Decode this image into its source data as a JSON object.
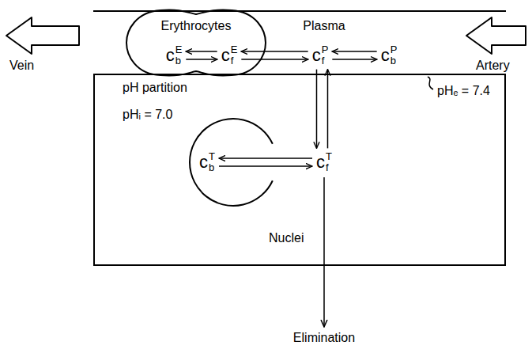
{
  "diagram": {
    "nodes": [
      {
        "text": [
          "Plasma"
        ]
      },
      {
        "text": [
          "Erythrocytes"
        ],
        "in": 0
      },
      {
        "text": [
          "c",
          "E",
          "b"
        ],
        "in": 1
      },
      {
        "text": [
          "c",
          "E",
          "f"
        ],
        "in": 1
      },
      {
        "text": [
          "c",
          "P",
          "f"
        ],
        "in": 0
      },
      {
        "text": [
          "c",
          "P",
          "b"
        ],
        "in": 0
      },
      {
        "text": [
          "Nuclei"
        ]
      },
      {
        "text": [
          "c",
          "T",
          "b"
        ],
        "in": 6
      },
      {
        "text": [
          "c",
          "T",
          "f"
        ],
        "in": 6
      }
    ],
    "edges": [
      {
        "from": 3,
        "to": 2,
        "arrow": "to"
      },
      {
        "from": 2,
        "to": 3,
        "arrow": "to"
      },
      {
        "from": 4,
        "to": 3,
        "arrow": "to"
      },
      {
        "from": 3,
        "to": 4,
        "arrow": "to"
      },
      {
        "from": 5,
        "to": 4,
        "arrow": "to"
      },
      {
        "from": 4,
        "to": 5,
        "arrow": "to"
      },
      {
        "from": 4,
        "to": 8,
        "arrow": "to"
      },
      {
        "from": 8,
        "to": 4,
        "arrow": "to"
      },
      {
        "from": 8,
        "to": 7,
        "arrow": "to"
      },
      {
        "from": 7,
        "to": 8,
        "arrow": "to"
      }
    ],
    "labels": [
      "Vein",
      "Artery",
      "pH partition",
      "pHₑ = 7.4",
      "pHᵢ = 7.0",
      "Elimination"
    ]
  }
}
